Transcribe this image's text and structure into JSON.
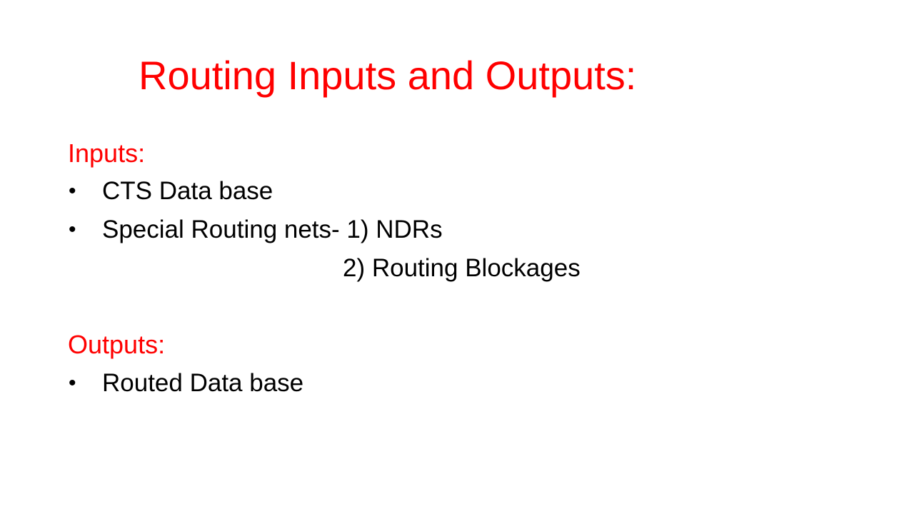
{
  "title": "Routing Inputs and Outputs:",
  "inputs": {
    "heading": "Inputs:",
    "items": [
      "CTS Data base",
      "Special Routing nets- 1) NDRs"
    ],
    "continuation": "2) Routing Blockages"
  },
  "outputs": {
    "heading": "Outputs:",
    "items": [
      "Routed Data base"
    ]
  },
  "bullet": "•"
}
